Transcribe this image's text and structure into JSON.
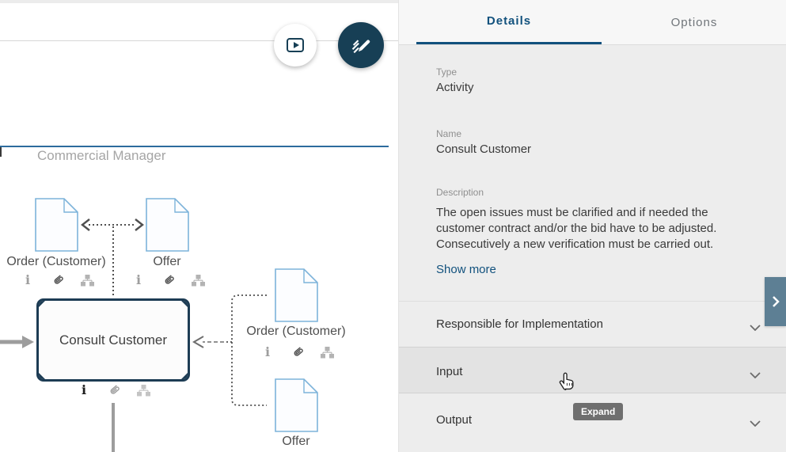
{
  "canvas": {
    "lane_label": "Commercial Manager",
    "activity": {
      "label": "Consult Customer"
    },
    "docs": [
      {
        "label": "Order (Customer)"
      },
      {
        "label": "Offer"
      },
      {
        "label": "Order (Customer)"
      },
      {
        "label": "Offer"
      }
    ]
  },
  "panel": {
    "tabs": [
      {
        "label": "Details"
      },
      {
        "label": "Options"
      }
    ],
    "fields": [
      {
        "label": "Type",
        "value": "Activity"
      },
      {
        "label": "Name",
        "value": "Consult Customer"
      },
      {
        "label": "Description",
        "lines": [
          "The open issues must be clarified and if needed the",
          "customer contract and/or the bid have to be adjusted.",
          "Consecutively a new verification must be carried out."
        ]
      }
    ],
    "show_more_label": "Show more",
    "sections": [
      {
        "label": "Responsible for Implementation"
      },
      {
        "label": "Input"
      },
      {
        "label": "Output"
      }
    ],
    "tooltip": "Expand"
  },
  "colors": {
    "accent_blue": "#11517d",
    "fab_navy": "#173f55",
    "lane_blue": "#2d6b9d",
    "doc_stroke": "#7db3da",
    "collapse_tab": "#5d7f94",
    "tooltip_bg": "#6f6f6f"
  }
}
